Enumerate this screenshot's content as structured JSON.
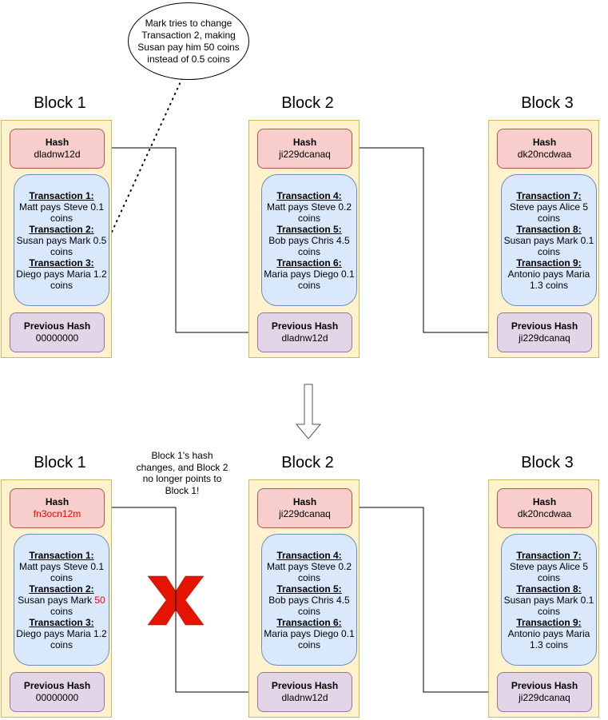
{
  "callout": {
    "lines": [
      "Mark tries to change",
      "Transaction 2, making",
      "Susan pay him 50 coins",
      "instead of 0.5 coins"
    ]
  },
  "note": {
    "lines": [
      "Block 1's hash",
      "changes, and Block 2",
      "no longer points to",
      "Block 1!"
    ]
  },
  "colors": {
    "block_fill": "#fff2cc",
    "hash_fill": "#f8cecc",
    "tx_fill": "#dae8fc",
    "prev_fill": "#e1d5e7",
    "tampered_text": "#ff0000",
    "cross": "#e51400"
  },
  "labels": {
    "hash": "Hash",
    "previous_hash": "Previous Hash"
  },
  "before": {
    "blocks": [
      {
        "title": "Block 1",
        "hash": "dladnw12d",
        "previous_hash": "00000000",
        "transactions": [
          {
            "label": "Transaction 1:",
            "line1": "Matt pays Steve 0.1",
            "line2": "coins"
          },
          {
            "label": "Transaction 2:",
            "line1": "Susan pays Mark 0.5",
            "line2": "coins"
          },
          {
            "label": "Transaction 3:",
            "line1": "Diego pays Maria 1.2",
            "line2": "coins"
          }
        ]
      },
      {
        "title": "Block 2",
        "hash": "ji229dcanaq",
        "previous_hash": "dladnw12d",
        "transactions": [
          {
            "label": "Transaction 4:",
            "line1": "Matt pays Steve 0.2",
            "line2": "coins"
          },
          {
            "label": "Transaction 5:",
            "line1": "Bob pays Chris 4.5",
            "line2": "coins"
          },
          {
            "label": "Transaction 6:",
            "line1": "Maria pays Diego 0.1",
            "line2": "coins"
          }
        ]
      },
      {
        "title": "Block 3",
        "hash": "dk20ncdwaa",
        "previous_hash": "ji229dcanaq",
        "transactions": [
          {
            "label": "Transaction 7:",
            "line1": "Steve pays Alice 5",
            "line2": "coins"
          },
          {
            "label": "Transaction 8:",
            "line1": "Susan pays Mark 0.1",
            "line2": "coins"
          },
          {
            "label": "Transaction 9:",
            "line1": "Antonio pays Maria",
            "line2": "1.3 coins"
          }
        ]
      }
    ]
  },
  "after": {
    "blocks": [
      {
        "title": "Block 1",
        "hash": "fn3ocn12m",
        "previous_hash": "00000000",
        "transactions": [
          {
            "label": "Transaction 1:",
            "line1": "Matt pays Steve 0.1",
            "line2": "coins"
          },
          {
            "label": "Transaction 2:",
            "line1_prefix": "Susan pays Mark ",
            "line1_changed": "50",
            "line2": "coins"
          },
          {
            "label": "Transaction 3:",
            "line1": "Diego pays Maria 1.2",
            "line2": "coins"
          }
        ]
      },
      {
        "title": "Block 2",
        "hash": "ji229dcanaq",
        "previous_hash": "dladnw12d",
        "transactions": [
          {
            "label": "Transaction 4:",
            "line1": "Matt pays Steve 0.2",
            "line2": "coins"
          },
          {
            "label": "Transaction 5:",
            "line1": "Bob pays Chris 4.5",
            "line2": "coins"
          },
          {
            "label": "Transaction 6:",
            "line1": "Maria pays Diego 0.1",
            "line2": "coins"
          }
        ]
      },
      {
        "title": "Block 3",
        "hash": "dk20ncdwaa",
        "previous_hash": "ji229dcanaq",
        "transactions": [
          {
            "label": "Transaction 7:",
            "line1": "Steve pays Alice 5",
            "line2": "coins"
          },
          {
            "label": "Transaction 8:",
            "line1": "Susan pays Mark 0.1",
            "line2": "coins"
          },
          {
            "label": "Transaction 9:",
            "line1": "Antonio pays Maria",
            "line2": "1.3 coins"
          }
        ]
      }
    ]
  }
}
